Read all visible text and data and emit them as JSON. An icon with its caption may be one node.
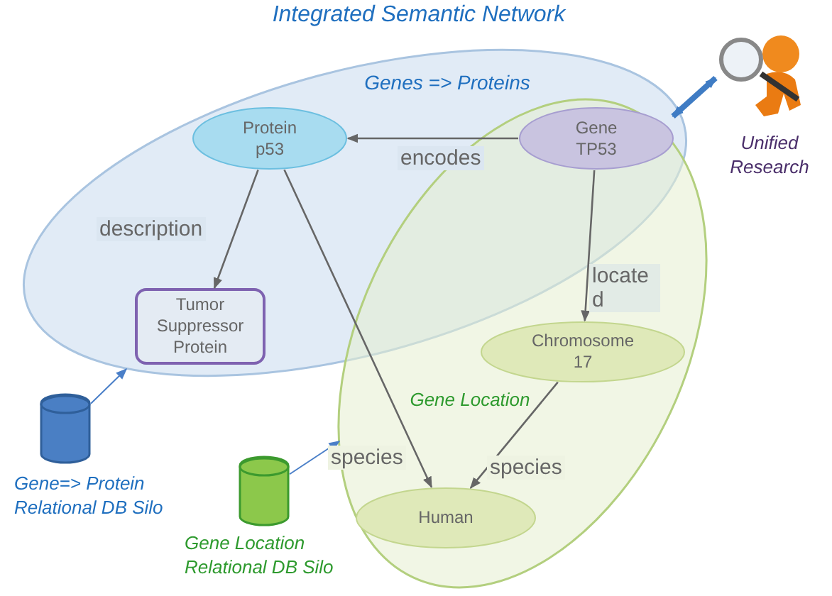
{
  "diagram": {
    "title": "Integrated Semantic Network",
    "nodes": [
      {
        "text": [
          "Genes => Proteins"
        ]
      },
      {
        "text": [
          "Gene Location"
        ]
      },
      {
        "text": [
          "Protein p53"
        ],
        "in": 0
      },
      {
        "text": [
          "Gene TP53"
        ]
      },
      {
        "text": [
          "Tumor Suppressor Protein"
        ],
        "in": 0
      },
      {
        "text": [
          "Chromosome 17"
        ],
        "in": 1
      },
      {
        "text": [
          "Human"
        ],
        "in": 1
      },
      {
        "text": [],
        "shape": "cylinder",
        "beside": [
          "Gene=> Protein Relational DB Silo"
        ]
      },
      {
        "text": [],
        "shape": "cylinder",
        "beside": [
          "Gene Location Relational DB Silo"
        ]
      },
      {
        "text": [],
        "shape": "picture",
        "beside": [
          "Unified Research"
        ]
      }
    ],
    "edges": [
      {
        "from": 3,
        "to": 2,
        "arrow": "to",
        "label": "encodes"
      },
      {
        "from": 2,
        "to": 4,
        "arrow": "to",
        "label": "description"
      },
      {
        "from": 2,
        "to": 6,
        "arrow": "to",
        "label": "species"
      },
      {
        "from": 3,
        "to": 5,
        "arrow": "to",
        "label": "located"
      },
      {
        "from": 5,
        "to": 6,
        "arrow": "to",
        "label": "species"
      },
      {
        "from": 7,
        "to": 0,
        "arrow": "to",
        "color": "#4a7fc8"
      },
      {
        "from": 8,
        "to": 1,
        "arrow": "to",
        "color": "#4a7fc8"
      },
      {
        "from": 9,
        "to": 0,
        "arrow": "both",
        "style": "thick",
        "color": "#3f7cc4"
      }
    ]
  }
}
